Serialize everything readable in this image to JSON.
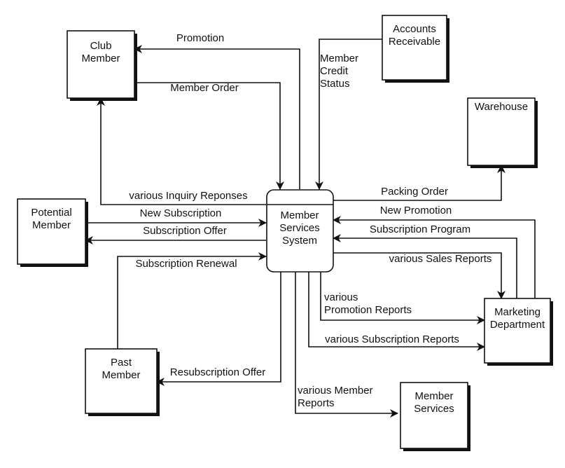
{
  "entities": [
    {
      "id": "club-member",
      "lines": [
        "Club",
        "Member"
      ]
    },
    {
      "id": "accounts-receivable",
      "lines": [
        "Accounts",
        "Receivable"
      ]
    },
    {
      "id": "warehouse",
      "lines": [
        "Warehouse"
      ]
    },
    {
      "id": "potential-member",
      "lines": [
        "Potential",
        "Member"
      ]
    },
    {
      "id": "marketing-department",
      "lines": [
        "Marketing",
        "Department"
      ]
    },
    {
      "id": "past-member",
      "lines": [
        "Past",
        "Member"
      ]
    },
    {
      "id": "member-services",
      "lines": [
        "Member",
        "Services"
      ]
    }
  ],
  "process": {
    "id": "member-services-system",
    "lines": [
      "Member",
      "Services",
      "System"
    ]
  },
  "flows": [
    {
      "id": "promotion",
      "lines": [
        "Promotion"
      ]
    },
    {
      "id": "member-order",
      "lines": [
        "Member Order"
      ]
    },
    {
      "id": "member-credit-status",
      "lines": [
        "Member",
        "Credit",
        "Status"
      ]
    },
    {
      "id": "various-inquiry-reponses",
      "lines": [
        "various Inquiry Reponses"
      ]
    },
    {
      "id": "packing-order",
      "lines": [
        "Packing Order"
      ]
    },
    {
      "id": "new-subscription",
      "lines": [
        "New Subscription"
      ]
    },
    {
      "id": "new-promotion",
      "lines": [
        "New Promotion"
      ]
    },
    {
      "id": "subscription-offer",
      "lines": [
        "Subscription Offer"
      ]
    },
    {
      "id": "subscription-program",
      "lines": [
        "Subscription Program"
      ]
    },
    {
      "id": "subscription-renewal",
      "lines": [
        "Subscription Renewal"
      ]
    },
    {
      "id": "various-sales-reports",
      "lines": [
        "various Sales Reports"
      ]
    },
    {
      "id": "various-promotion-reports",
      "lines": [
        "various",
        "Promotion Reports"
      ]
    },
    {
      "id": "various-subscription-reports",
      "lines": [
        "various Subscription Reports"
      ]
    },
    {
      "id": "resubscription-offer",
      "lines": [
        "Resubscription Offer"
      ]
    },
    {
      "id": "various-member-reports",
      "lines": [
        "various Member",
        "Reports"
      ]
    }
  ]
}
